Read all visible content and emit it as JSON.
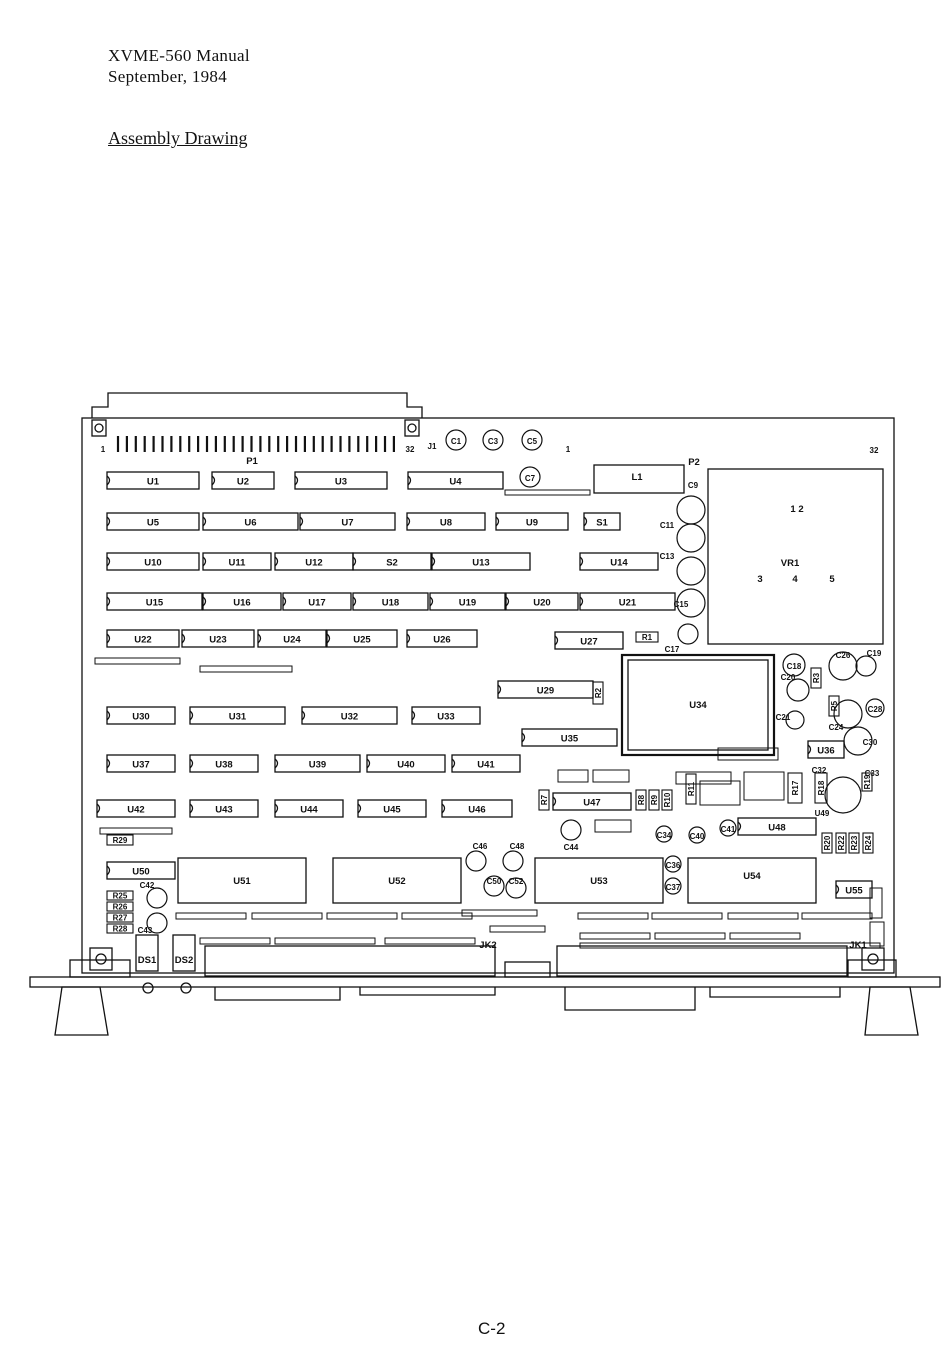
{
  "header": {
    "title": "XVME-560 Manual",
    "date": "September, 1984"
  },
  "section_title": "Assembly Drawing",
  "page_number": "C-2",
  "board": {
    "p1_label": "P1",
    "p1_pin_first": "1",
    "p1_pin_last": "32",
    "j1_label": "J1",
    "p2_label": "P2",
    "p2_pin_first": "1",
    "p2_pin_last": "32",
    "jk1_label": "JK1",
    "jk2_label": "JK2",
    "vr1_label": "VR1",
    "vr1_pins_top": "1 2",
    "vr1_pins_bottom": [
      "3",
      "4",
      "5"
    ],
    "l1_label": "L1",
    "chips": [
      "U1",
      "U2",
      "U3",
      "U4",
      "U5",
      "U6",
      "U7",
      "U8",
      "U9",
      "S1",
      "U10",
      "U11",
      "U12",
      "S2",
      "U13",
      "U14",
      "U15",
      "U16",
      "U17",
      "U18",
      "U19",
      "U20",
      "U21",
      "U22",
      "U23",
      "U24",
      "U25",
      "U26",
      "U27",
      "U29",
      "U30",
      "U31",
      "U32",
      "U33",
      "U34",
      "U35",
      "U36",
      "U37",
      "U38",
      "U39",
      "U40",
      "U41",
      "U42",
      "U43",
      "U44",
      "U45",
      "U46",
      "U47",
      "U48",
      "U49",
      "U50",
      "U51",
      "U52",
      "U53",
      "U54",
      "U55"
    ],
    "caps": [
      "C1",
      "C3",
      "C5",
      "C7",
      "C9",
      "C11",
      "C13",
      "C15",
      "C17",
      "C18",
      "C19",
      "C20",
      "C21",
      "C24",
      "C26",
      "C28",
      "C30",
      "C32",
      "C33",
      "C34",
      "C36",
      "C37",
      "C40",
      "C41",
      "C42",
      "C43",
      "C44",
      "C46",
      "C48",
      "C50",
      "C52"
    ],
    "resistors": [
      "R1",
      "R2",
      "R3",
      "R5",
      "R7",
      "R8",
      "R9",
      "R10",
      "R11",
      "R17",
      "R18",
      "R19",
      "R20",
      "R22",
      "R23",
      "R24",
      "R25",
      "R26",
      "R27",
      "R28",
      "R29"
    ],
    "leds": [
      "DS1",
      "DS2"
    ]
  }
}
